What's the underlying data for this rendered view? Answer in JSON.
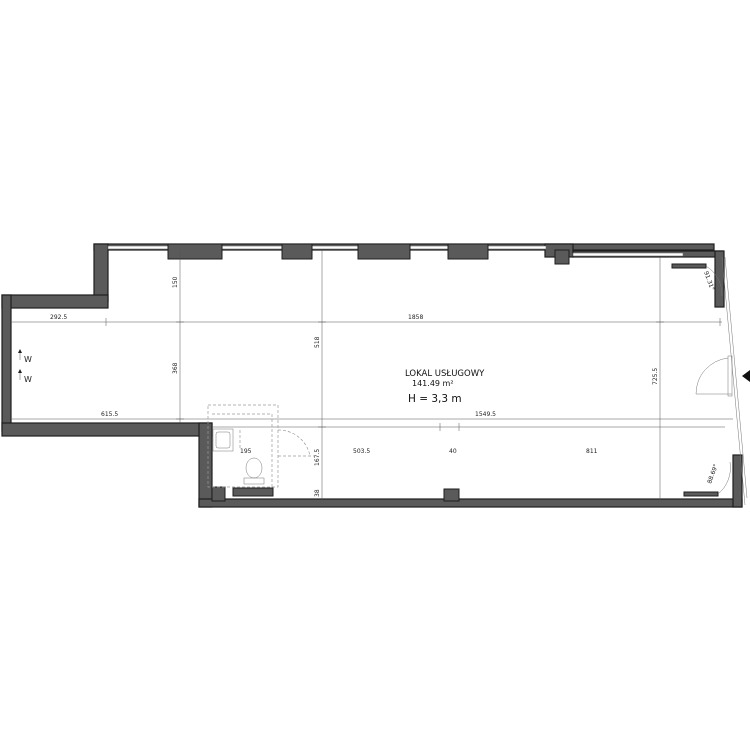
{
  "room": {
    "name": "LOKAL USŁUGOWY",
    "area": "141.49 m²",
    "height": "H = 3,3 m"
  },
  "dimensions": {
    "d_292_5": "292.5",
    "d_1858": "1858",
    "d_615_5": "615.5",
    "d_1549_5": "1549.5",
    "d_195": "195",
    "d_503_5": "503.5",
    "d_40": "40",
    "d_811": "811",
    "d_150": "150",
    "d_368": "368",
    "d_518": "518",
    "d_167_5": "167.5",
    "d_38": "38",
    "d_725_5": "725.5"
  },
  "angles": {
    "top_right": "91.31°",
    "bottom_right": "88.69°"
  },
  "markers": {
    "w1": "W",
    "w2": "W"
  }
}
